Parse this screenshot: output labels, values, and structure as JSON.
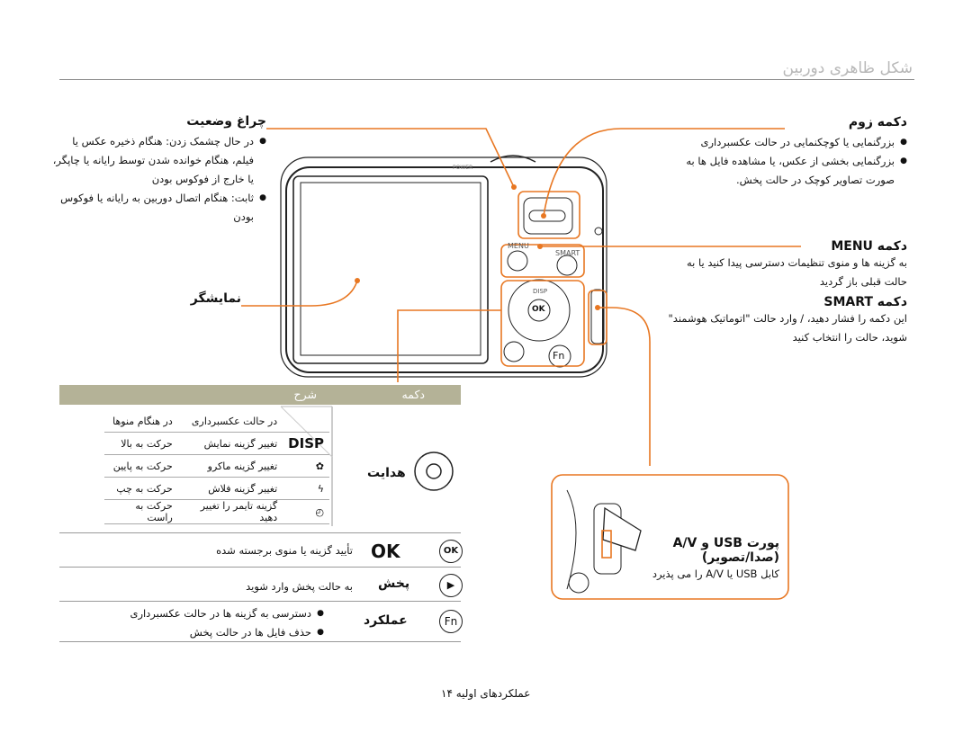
{
  "page_title": "شکل ظاهری دوربین",
  "callouts": {
    "shutter": {
      "title": "چراغ وضعیت",
      "items": [
        "در حال چشمک زدن: هنگام ذخیره عکس یا فیلم، هنگام خوانده شدن توسط رایانه یا چاپگر، یا خارج از فوکوس بودن",
        "ثابت: هنگام اتصال دوربین به رایانه یا فوکوس بودن"
      ]
    },
    "screen": {
      "title": "نمایشگر"
    },
    "zoom": {
      "title": "دکمه زوم",
      "items": [
        "بزرگنمایی یا کوچکنمایی در حالت عکسبرداری",
        "بزرگنمایی بخشی از عکس، یا مشاهده فایل ها به صورت تصاویر کوچک در حالت پخش."
      ]
    },
    "menu": {
      "title": "دکمه MENU",
      "desc": "به گزینه ها و منوی تنظیمات دسترسی پیدا کنید یا به حالت قبلی باز گردید"
    },
    "smart": {
      "title": "دکمه SMART",
      "desc": "این دکمه را فشار دهید، / وارد حالت \"اتوماتیک هوشمند\" شوید، حالت را انتخاب کنید"
    },
    "port": {
      "title": "پورت USB و A/V",
      "subtitle": "(صدا/تصویر)",
      "desc": "کابل USB یا A/V را می پذیرد"
    }
  },
  "table": {
    "headers": {
      "button": "دکمه",
      "desc": "شرح"
    },
    "nav_sub_header": {
      "left": "در هنگام منوها",
      "right": "در حالت عکسبرداری"
    },
    "nav_rows": [
      {
        "icon": "DISP",
        "a": "تغییر گزینه نمایش",
        "b": "حرکت به بالا"
      },
      {
        "icon": "macro-icon",
        "a": "تغییر گزینه ماکرو",
        "b": "حرکت به پایین"
      },
      {
        "icon": "flash-icon",
        "a": "تغییر گزینه فلاش",
        "b": "حرکت به چپ"
      },
      {
        "icon": "timer-icon",
        "a": "گزینه تایمر را تغییر دهید",
        "b": "حرکت به راست"
      }
    ],
    "nav_label": "هدایت",
    "ok_label": "OK",
    "ok_desc": "تأیید گزینه یا منوی برجسته شده",
    "play_label": "پخش",
    "play_desc": "به حالت پخش وارد شوید",
    "fn_label": "عملکرد",
    "fn_items": [
      "دسترسی به گزینه ها در حالت عکسبرداری",
      "حذف فایل ها در حالت پخش"
    ]
  },
  "footer": "عملکردهای اولیه ۱۴",
  "camera_labels": {
    "menu": "MENU",
    "smart": "SMART",
    "disp": "DISP",
    "ok": "OK",
    "fn": "Fn",
    "power": "POWER"
  }
}
